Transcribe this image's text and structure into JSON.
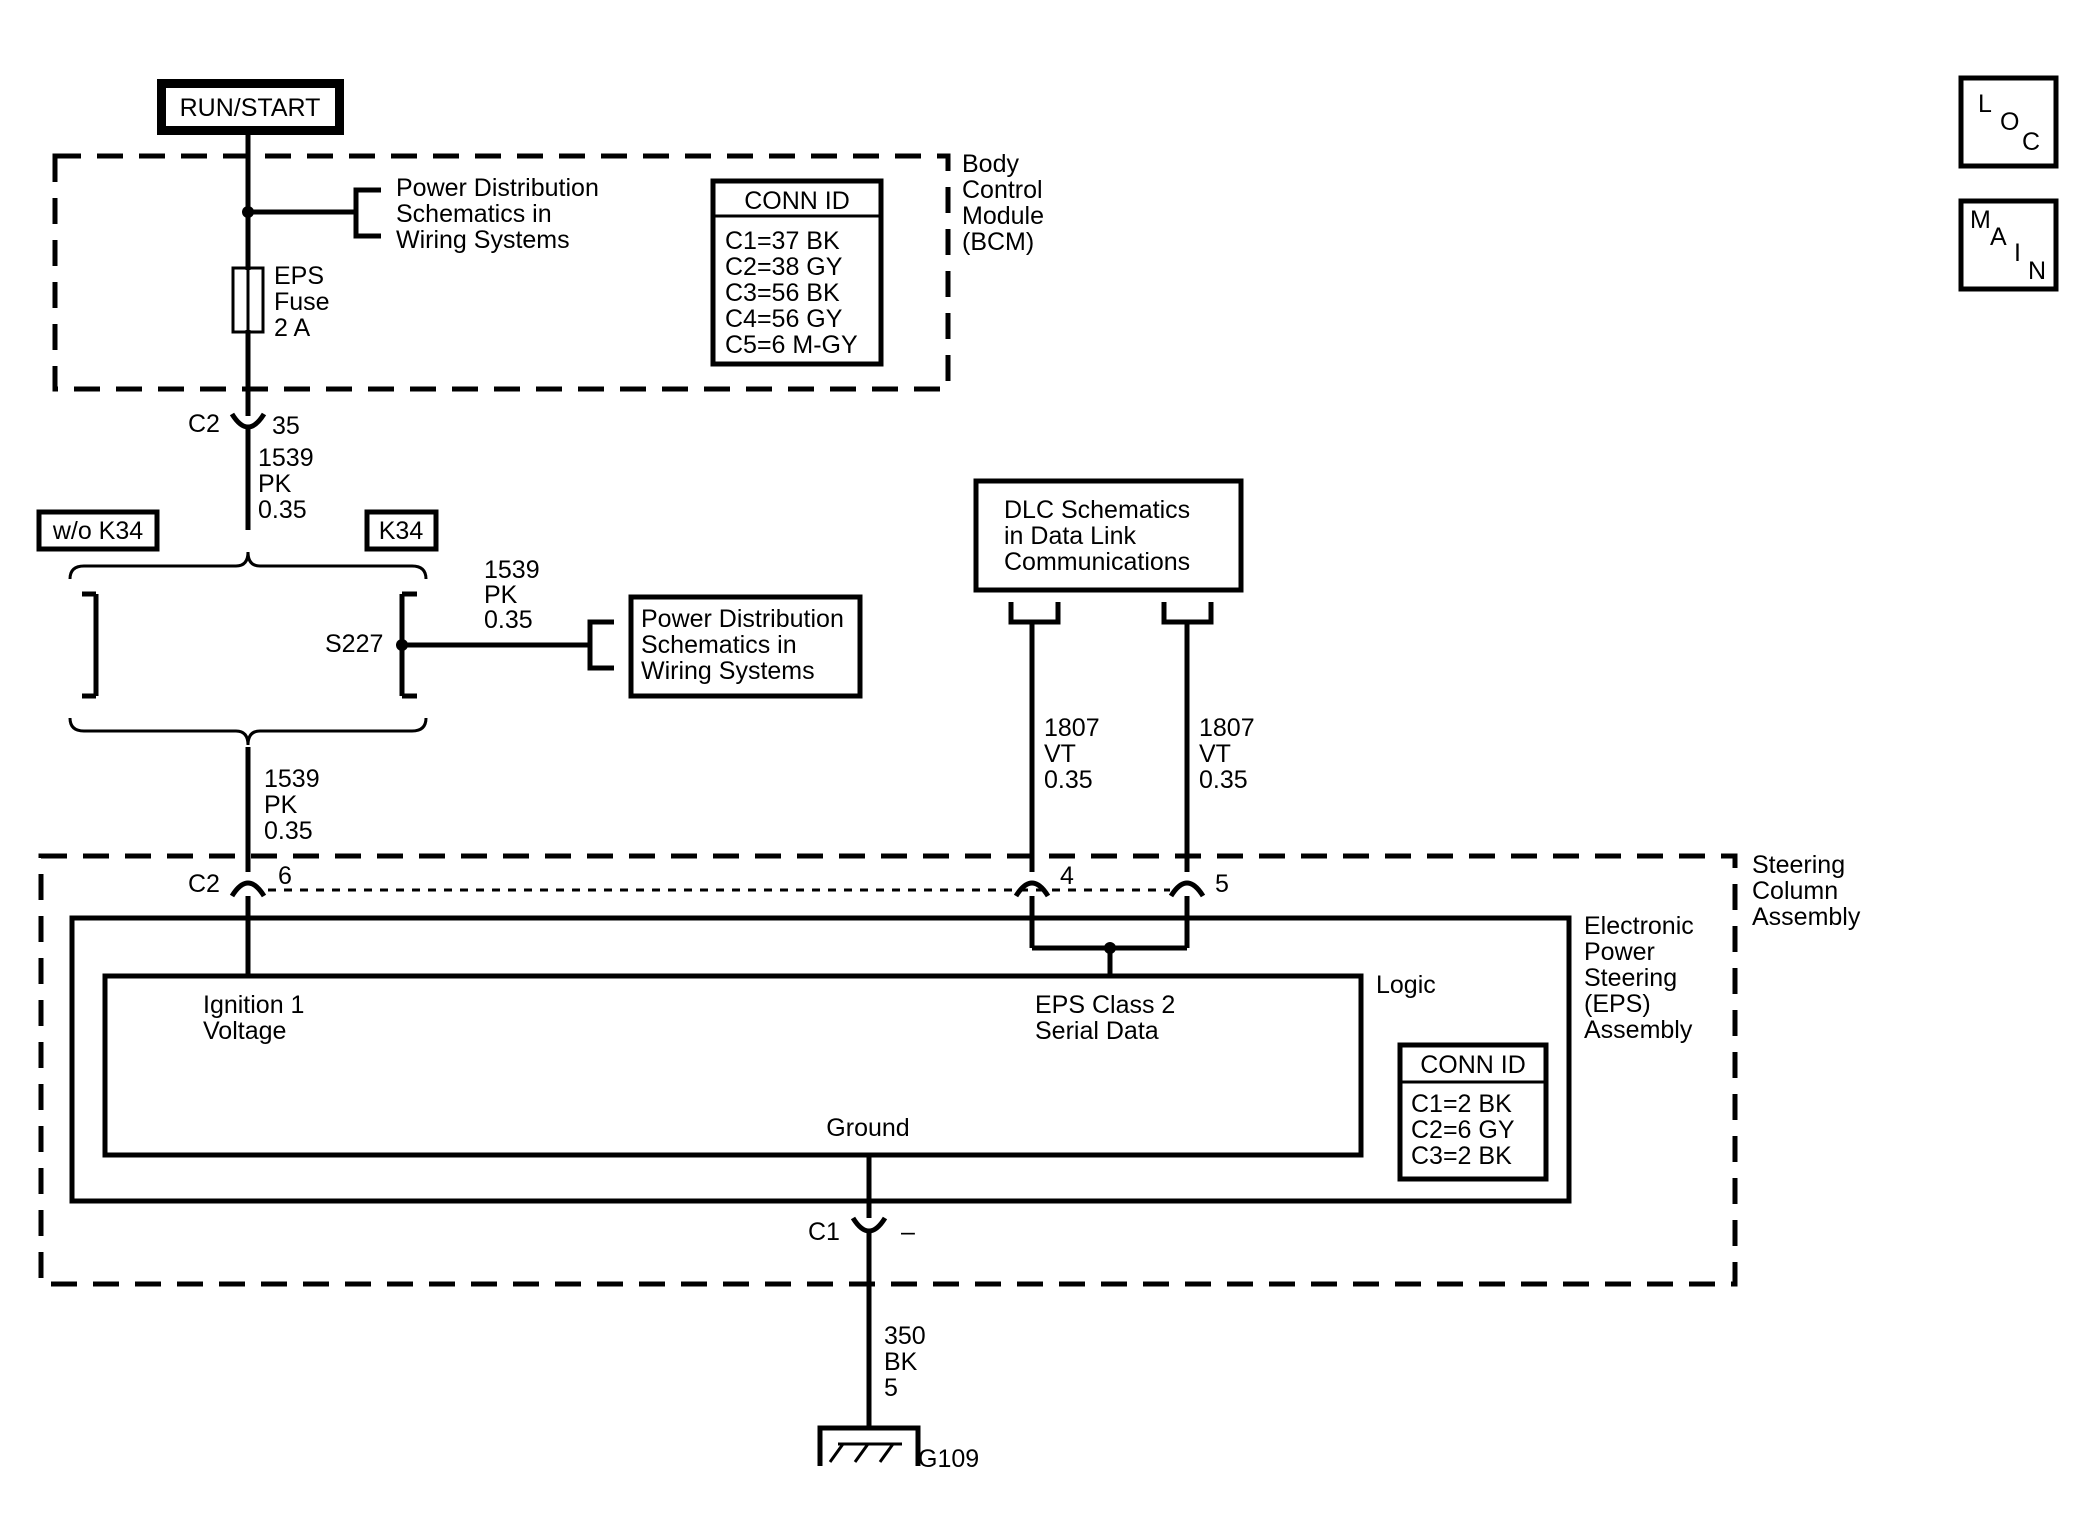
{
  "power": {
    "run_start": "RUN/START"
  },
  "bcm": {
    "name_lines": [
      "Body",
      "Control",
      "Module",
      "(BCM)"
    ],
    "ref_lines": [
      "Power Distribution",
      "Schematics in",
      "Wiring Systems"
    ],
    "fuse_lines": [
      "EPS",
      "Fuse",
      "2 A"
    ],
    "conn_title": "CONN ID",
    "conn_rows": [
      "C1=37 BK",
      "C2=38 GY",
      "C3=56 BK",
      "C4=56 GY",
      "C5=6 M-GY"
    ]
  },
  "bcm_connector": {
    "name": "C2",
    "pin": "35"
  },
  "wire_top": [
    "1539",
    "PK",
    "0.35"
  ],
  "options": {
    "without": "w/o K34",
    "with": "K34"
  },
  "splice": {
    "name": "S227",
    "wire": [
      "1539",
      "PK",
      "0.35"
    ],
    "ref_lines": [
      "Power Distribution",
      "Schematics in",
      "Wiring Systems"
    ]
  },
  "wire_mid": [
    "1539",
    "PK",
    "0.35"
  ],
  "dlc": {
    "ref_lines": [
      "DLC Schematics",
      "in Data Link",
      "Communications"
    ],
    "wire_left": [
      "1807",
      "VT",
      "0.35"
    ],
    "wire_right": [
      "1807",
      "VT",
      "0.35"
    ]
  },
  "steering": {
    "name_lines": [
      "Steering",
      "Column",
      "Assembly"
    ],
    "c2_name": "C2",
    "pin_ignition": "6",
    "pin_data_a": "4",
    "pin_data_b": "5"
  },
  "eps": {
    "name_lines": [
      "Electronic",
      "Power",
      "Steering",
      "(EPS)",
      "Assembly"
    ],
    "logic": "Logic",
    "ignition_lines": [
      "Ignition 1",
      "Voltage"
    ],
    "serial_lines": [
      "EPS Class 2",
      "Serial Data"
    ],
    "ground": "Ground",
    "conn_title": "CONN ID",
    "conn_rows": [
      "C1=2 BK",
      "C2=6 GY",
      "C3=2 BK"
    ]
  },
  "ground_connector": {
    "name": "C1",
    "pin": "–"
  },
  "ground_wire": [
    "350",
    "BK",
    "5"
  ],
  "ground_point": "G109",
  "nav": {
    "loc": [
      "L",
      "O",
      "C"
    ],
    "main": [
      "M",
      "A",
      "I",
      "N"
    ]
  }
}
